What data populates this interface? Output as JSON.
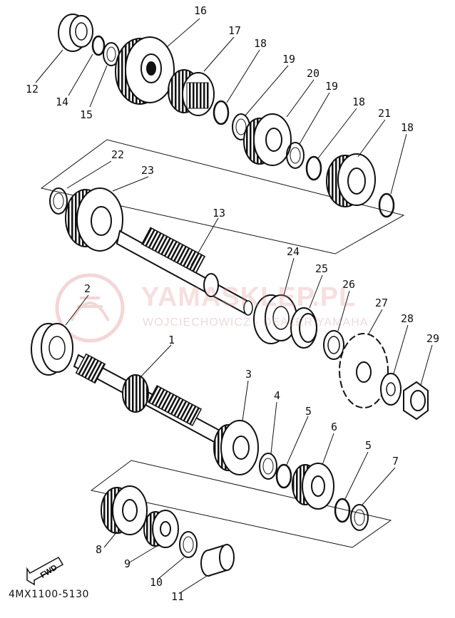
{
  "diagram": {
    "code": "4MX1100-5130",
    "watermark": {
      "title": "YAMASKLEP.PL",
      "subtitle": "WOJCIECHOWICZ · DEALER YAMAHA"
    },
    "fwd_label": "FWD",
    "callouts": [
      "1",
      "2",
      "3",
      "4",
      "5",
      "5",
      "6",
      "7",
      "8",
      "9",
      "10",
      "11",
      "12",
      "13",
      "14",
      "15",
      "16",
      "17",
      "18",
      "18",
      "18",
      "19",
      "19",
      "20",
      "21",
      "22",
      "23",
      "24",
      "25",
      "26",
      "27",
      "28",
      "29"
    ]
  },
  "colors": {
    "ink": "#111111",
    "watermark": "#e08c8c"
  }
}
